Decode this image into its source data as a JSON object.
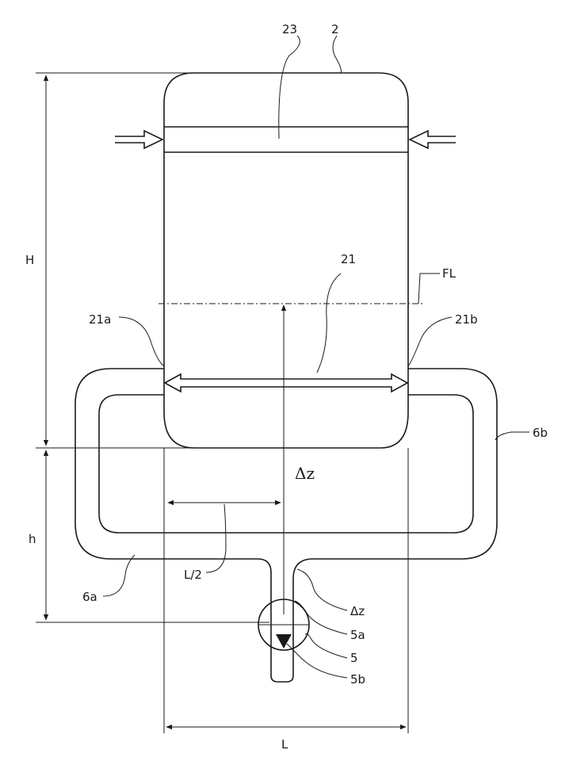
{
  "labels": {
    "ref_23": "23",
    "ref_2": "2",
    "ref_H": "H",
    "ref_21": "21",
    "ref_FL": "FL",
    "ref_21a": "21a",
    "ref_21b": "21b",
    "ref_6b": "6b",
    "ref_dz_main": "Δz",
    "ref_h": "h",
    "ref_6a": "6a",
    "ref_L2": "L/2",
    "ref_dz_small": "Δz",
    "ref_5a": "5a",
    "ref_5": "5",
    "ref_5b": "5b",
    "ref_L": "L"
  }
}
